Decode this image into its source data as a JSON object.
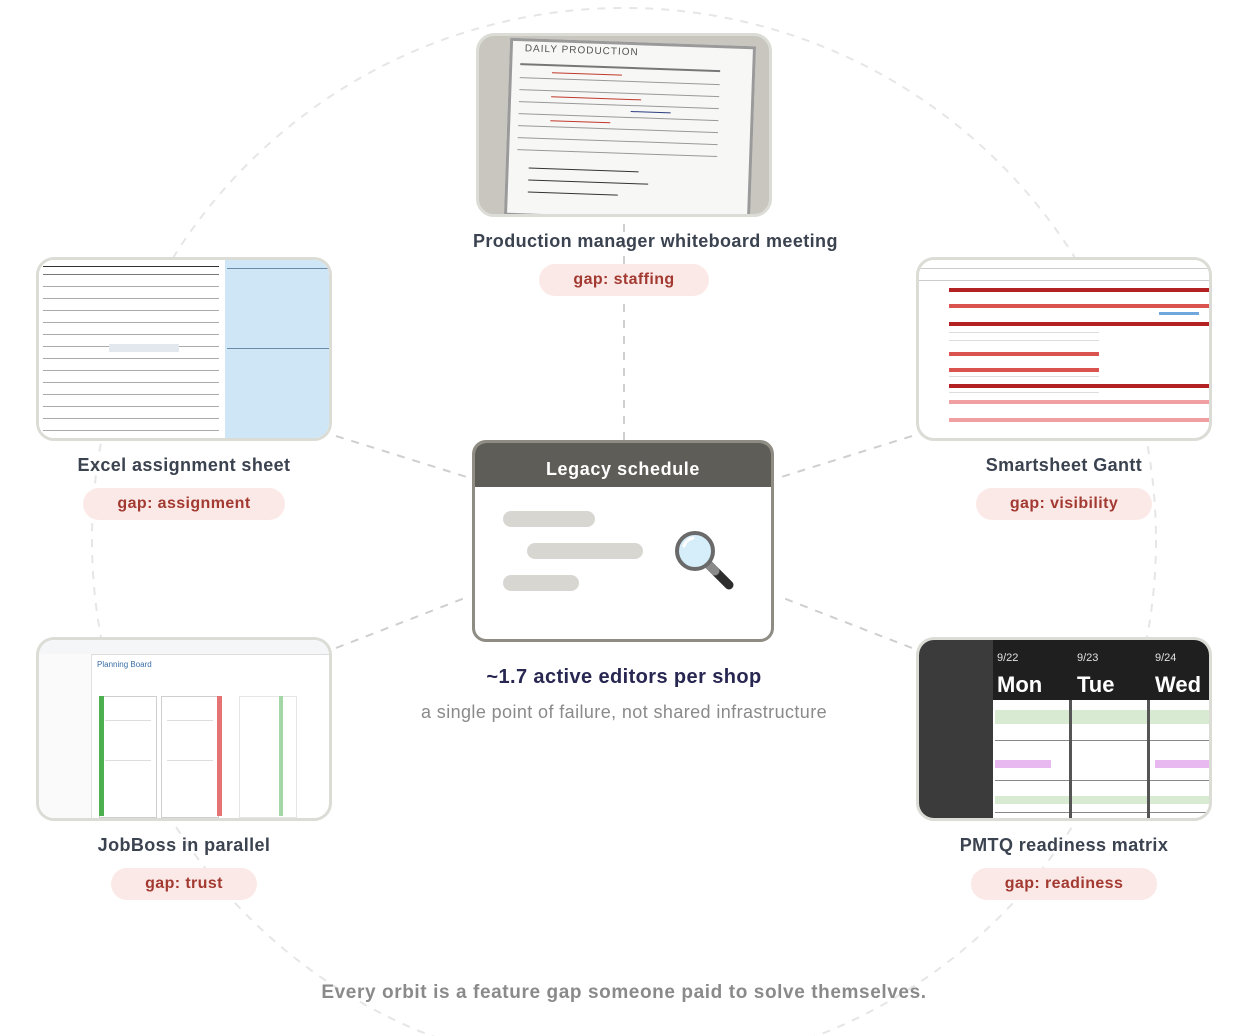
{
  "center": {
    "title": "Legacy schedule",
    "icon": "magnifier-icon",
    "metric": "~1.7 active editors per shop",
    "subtitle": "a single point of failure, not shared infrastructure"
  },
  "nodes": [
    {
      "id": "whiteboard",
      "title": "Production manager whiteboard meeting",
      "gap": "gap: staffing",
      "photo_text": "DAILY PRODUCTION"
    },
    {
      "id": "excel",
      "title": "Excel assignment sheet",
      "gap": "gap: assignment"
    },
    {
      "id": "smartsheet",
      "title": "Smartsheet Gantt",
      "gap": "gap: visibility"
    },
    {
      "id": "jobboss",
      "title": "JobBoss in parallel",
      "gap": "gap: trust",
      "screen_title": "Planning Board"
    },
    {
      "id": "pmtq",
      "title": "PMTQ readiness matrix",
      "gap": "gap: readiness",
      "days": [
        {
          "date": "9/22",
          "day": "Mon"
        },
        {
          "date": "9/23",
          "day": "Tue"
        },
        {
          "date": "9/24",
          "day": "Wed"
        }
      ]
    }
  ],
  "footer": "Every orbit is a feature gap someone paid to solve themselves.",
  "colors": {
    "gap_text": "#a33a32",
    "gap_bg": "#fbe9e7",
    "card_header": "#5f5d57",
    "metric": "#272752"
  }
}
